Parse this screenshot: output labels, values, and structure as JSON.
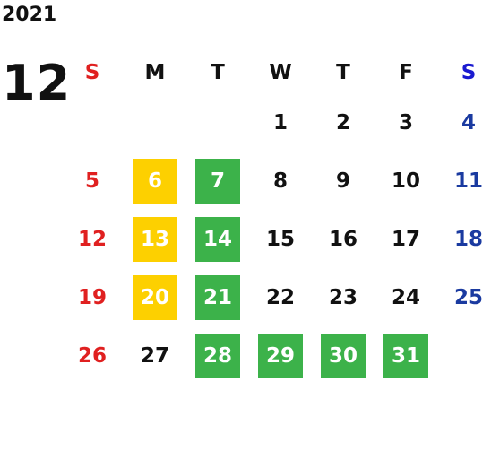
{
  "calendar": {
    "year": "2021",
    "month": "12",
    "weekdays": [
      "S",
      "M",
      "T",
      "W",
      "T",
      "F",
      "S"
    ],
    "weeks": [
      [
        "",
        "",
        "",
        "1",
        "2",
        "3",
        "4"
      ],
      [
        "5",
        "6",
        "7",
        "8",
        "9",
        "10",
        "11"
      ],
      [
        "12",
        "13",
        "14",
        "15",
        "16",
        "17",
        "18"
      ],
      [
        "19",
        "20",
        "21",
        "22",
        "23",
        "24",
        "25"
      ],
      [
        "26",
        "27",
        "28",
        "29",
        "30",
        "31",
        ""
      ]
    ]
  },
  "highlight_colors": {
    "yellow": "#fdd000",
    "green": "#3cb24a",
    "sunday_red": "#e02020",
    "saturday_blue": "#1a3aa0"
  }
}
